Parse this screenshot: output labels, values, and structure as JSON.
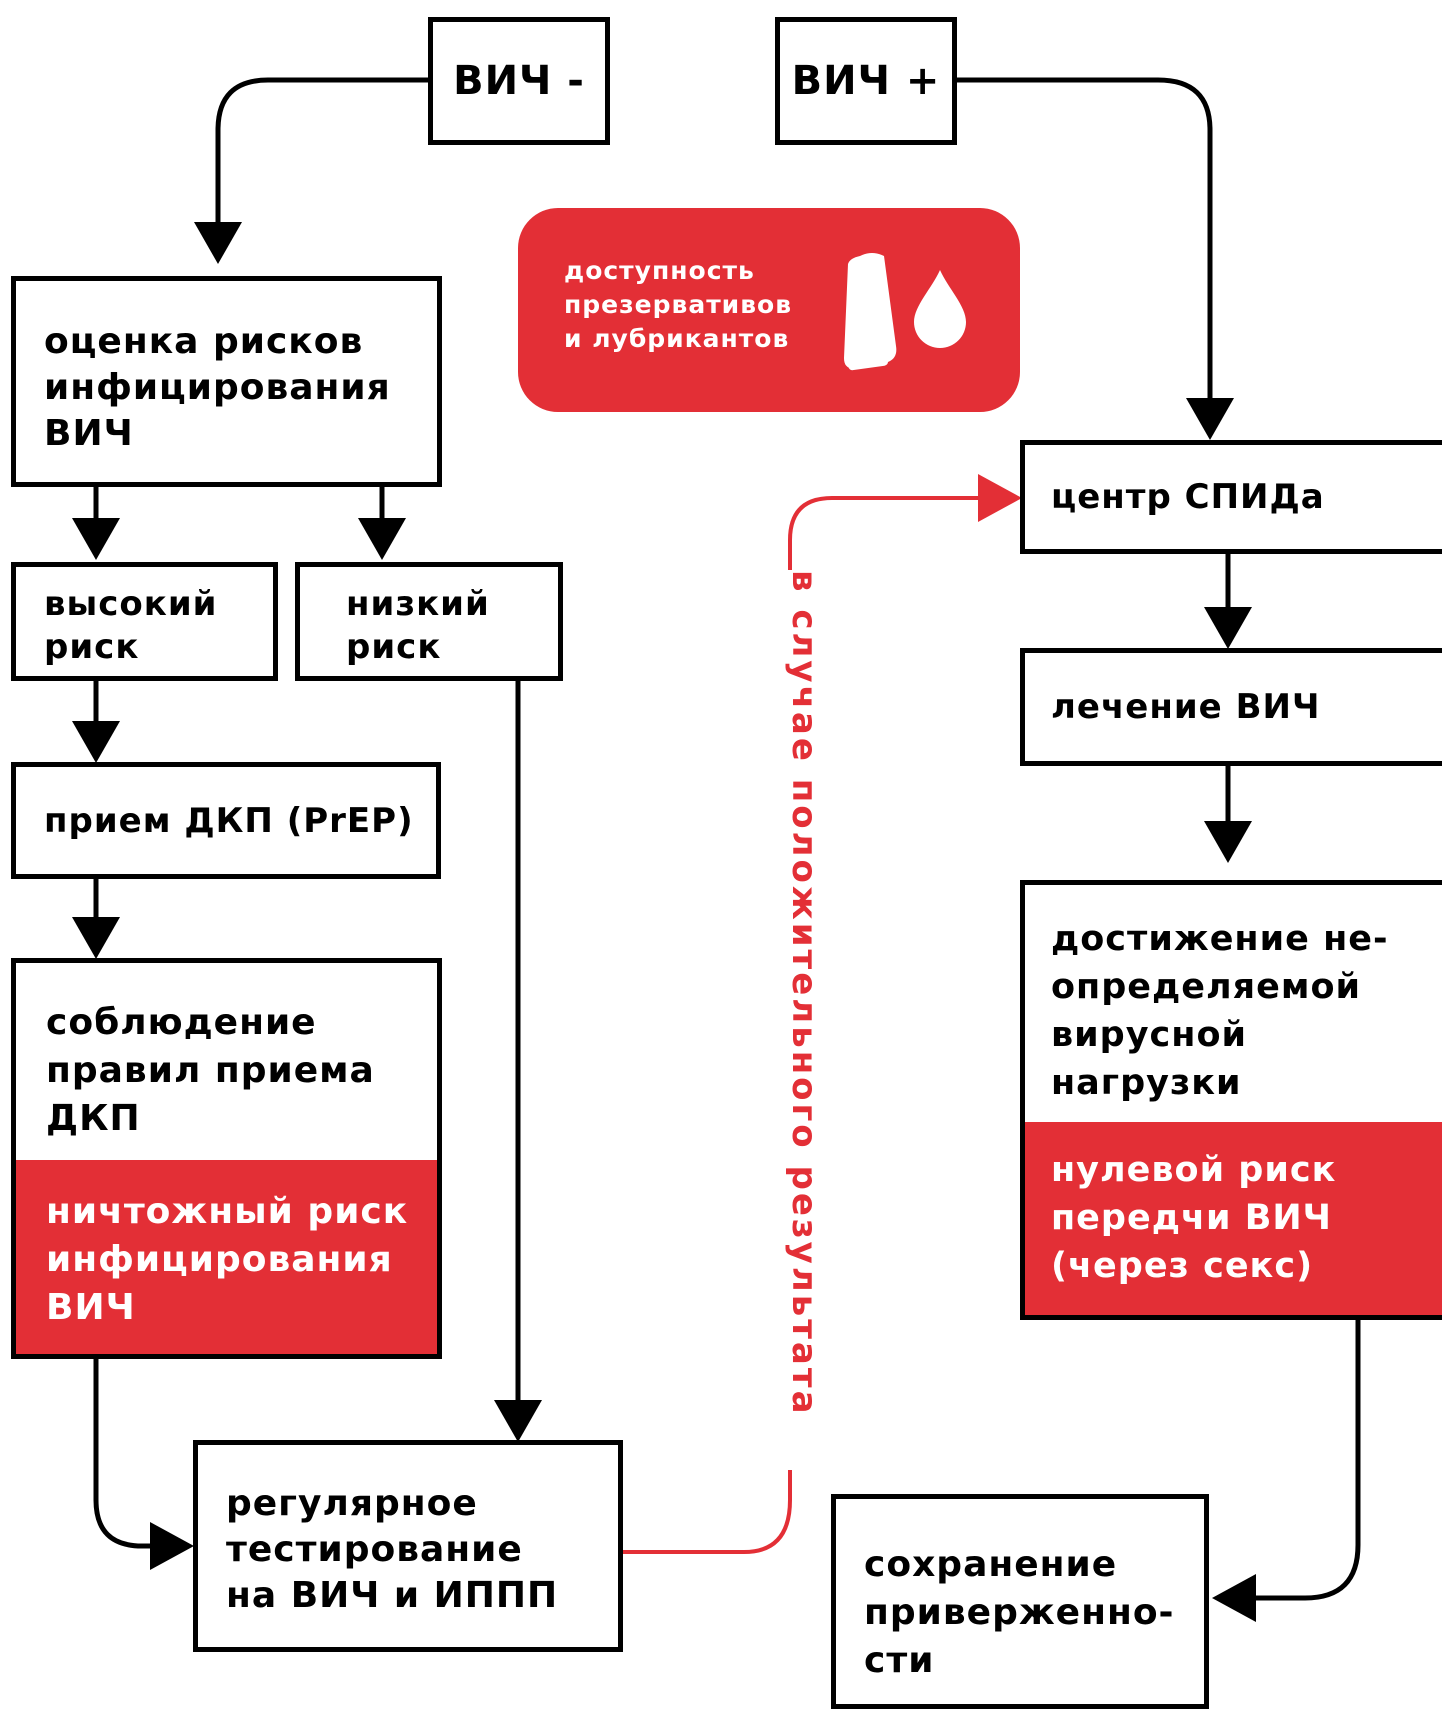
{
  "nodes": {
    "hiv_negative": "ВИЧ -",
    "hiv_positive": "ВИЧ +",
    "risk_assessment": "оценка рисков\nинфицирования\nВИЧ",
    "high_risk": "высокий\nриск",
    "low_risk": "низкий\nриск",
    "prep": "прием ДКП (PrEP)",
    "adherence_prep": "соблюдение\nправил приема\nДКП",
    "negligible_risk": "ничтожный риск\nинфицирования\nВИЧ",
    "regular_testing": "регулярное\nтестирование\nна ВИЧ и ИППП",
    "aids_center": "центр СПИДа",
    "hiv_treatment": "лечение ВИЧ",
    "undetectable": "достижение не-\nопределяемой\nвирусной\nнагрузки",
    "zero_risk": "нулевой риск\nпередчи ВИЧ\n(через секс)",
    "keep_adherence": "сохранение\nприверженно-\nсти"
  },
  "promo": {
    "text": "доступность\nпрезервативов\nи лубрикантов",
    "icons": [
      "condom-icon",
      "drop-icon"
    ]
  },
  "edge_labels": {
    "positive_result": "в случае положительного результата"
  },
  "colors": {
    "accent": "#e32f36",
    "line": "#000000",
    "background": "#ffffff"
  }
}
